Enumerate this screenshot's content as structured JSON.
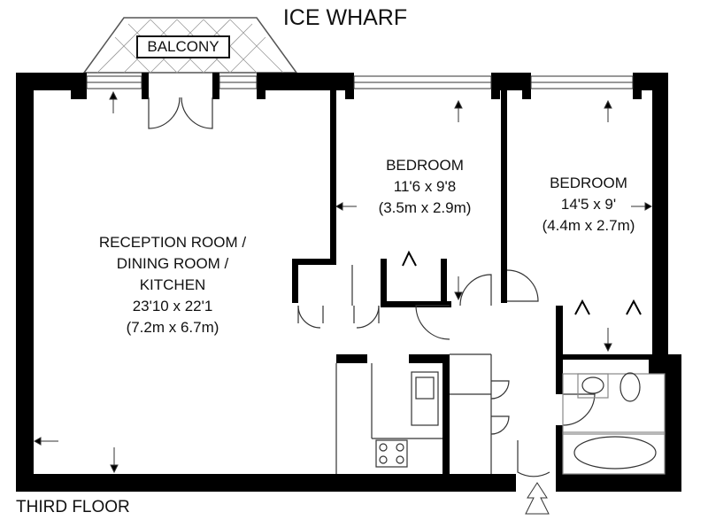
{
  "title": "ICE WHARF",
  "floor_label": "THIRD FLOOR",
  "balcony_label": "BALCONY",
  "rooms": [
    {
      "name": "RECEPTION ROOM /",
      "name2": "DINING ROOM /",
      "name3": "KITCHEN",
      "imperial": "23'10 x 22'1",
      "metric": "(7.2m x 6.7m)"
    },
    {
      "name": "BEDROOM",
      "imperial": "11'6 x 9'8",
      "metric": "(3.5m x 2.9m)"
    },
    {
      "name": "BEDROOM",
      "imperial": "14'5 x 9'",
      "metric": "(4.4m x 2.7m)"
    }
  ],
  "colors": {
    "wall": "#000000",
    "background": "#ffffff",
    "fixture": "#555555"
  }
}
